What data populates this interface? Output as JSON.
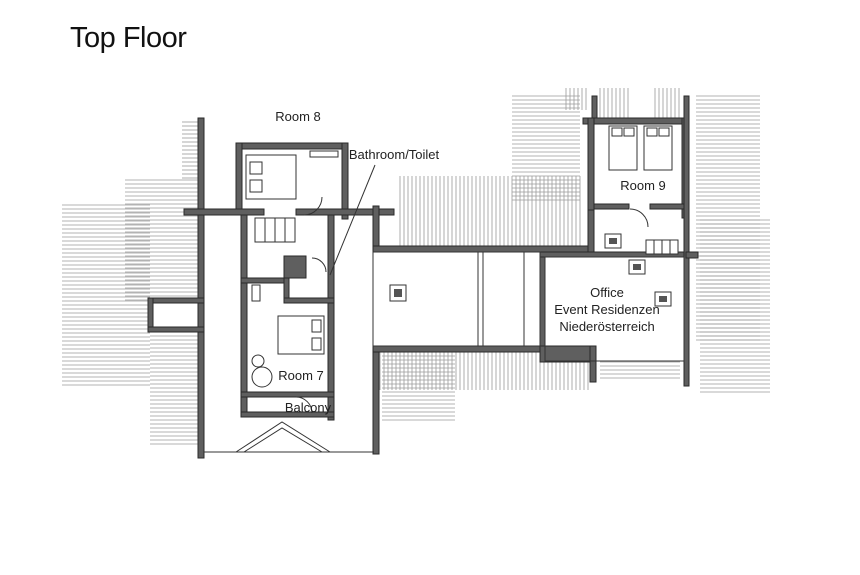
{
  "title": "Top Floor",
  "labels": {
    "room8": "Room 8",
    "bathroom": "Bathroom/Toilet",
    "room9": "Room 9",
    "office_line1": "Office",
    "office_line2": "Event Residenzen",
    "office_line3": "Niederösterreich",
    "room7": "Room 7",
    "balcony": "Balcony"
  },
  "colors": {
    "wall": "#5f5f5f",
    "hatch": "#9a9a9a",
    "ink": "#222222"
  }
}
